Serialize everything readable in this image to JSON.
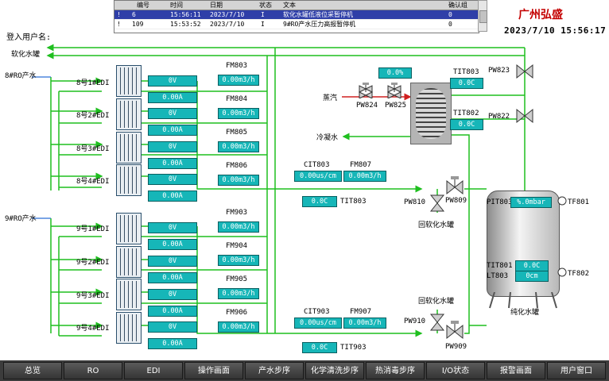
{
  "alarm_table": {
    "headers": [
      "编号",
      "时间",
      "日期",
      "状态",
      "文本",
      "确认组"
    ],
    "rows": [
      {
        "flag": "!",
        "id": "6",
        "time": "15:56:11",
        "date": "2023/7/10",
        "state": "I",
        "text": "软化水罐低液位采暂停机",
        "group": "0"
      },
      {
        "flag": "!",
        "id": "109",
        "time": "15:53:52",
        "date": "2023/7/10",
        "state": "I",
        "text": "9#RO产水压力高报暂停机",
        "group": "0"
      }
    ]
  },
  "header": {
    "company": "广州弘盛",
    "datetime": "2023/7/10  15:56:17",
    "login_label": "登入用户名:"
  },
  "lines": {
    "soft_water": "软化水罐",
    "ro8": "8#RO产水",
    "ro9": "9#RO产水",
    "steam": "蒸汽",
    "condensate": "冷凝水"
  },
  "edi_units": [
    {
      "name": "8号1#EDI",
      "v": "0V",
      "a": "0.00A"
    },
    {
      "name": "8号2#EDI",
      "v": "0V",
      "a": "0.00A"
    },
    {
      "name": "8号3#EDI",
      "v": "0V",
      "a": "0.00A"
    },
    {
      "name": "8号4#EDI",
      "v": "0V",
      "a": "0.00A"
    },
    {
      "name": "9号1#EDI",
      "v": "0V",
      "a": "0.00A"
    },
    {
      "name": "9号2#EDI",
      "v": "0V",
      "a": "0.00A"
    },
    {
      "name": "9号3#EDI",
      "v": "0V",
      "a": "0.00A"
    },
    {
      "name": "9号4#EDI",
      "v": "0V",
      "a": "0.00A"
    }
  ],
  "flowmeters": [
    {
      "tag": "FM803",
      "value": "0.00m3/h"
    },
    {
      "tag": "FM804",
      "value": "0.00m3/h"
    },
    {
      "tag": "FM805",
      "value": "0.00m3/h"
    },
    {
      "tag": "FM806",
      "value": "0.00m3/h"
    },
    {
      "tag": "FM903",
      "value": "0.00m3/h"
    },
    {
      "tag": "FM904",
      "value": "0.00m3/h"
    },
    {
      "tag": "FM905",
      "value": "0.00m3/h"
    },
    {
      "tag": "FM906",
      "value": "0.00m3/h"
    }
  ],
  "instruments": {
    "cit803": {
      "tag": "CIT803",
      "value": "0.00us/cm"
    },
    "fm807": {
      "tag": "FM807",
      "value": "0.00m3/h"
    },
    "tit803": {
      "tag": "TIT803",
      "value": "0.0C"
    },
    "cit903": {
      "tag": "CIT903",
      "value": "0.00us/cm"
    },
    "fm907": {
      "tag": "FM907",
      "value": "0.00m3/h"
    },
    "tit903": {
      "tag": "TIT903",
      "value": "0.0C"
    },
    "steam_pct": "0.0%",
    "tit803b": {
      "tag": "TIT803",
      "value": "0.0C"
    },
    "tit802": {
      "tag": "TIT802",
      "value": "0.0C"
    },
    "pit803": {
      "tag": "PIT803",
      "value": "%.0mbar"
    },
    "tit801": {
      "tag": "TIT801",
      "value": "0.0C"
    },
    "lt803": {
      "tag": "LT803",
      "value": "0cm"
    }
  },
  "valves": {
    "pw824": "PW824",
    "pw825": "PW825",
    "pw823": "PW823",
    "pw822": "PW822",
    "pw810": "PW810",
    "pw809": "PW809",
    "pw910": "PW910",
    "pw909": "PW909"
  },
  "labels": {
    "return_soft_a": "回软化水罐",
    "return_soft_b": "回软化水罐",
    "tank": "纯化水罐",
    "tf801": "TF801",
    "tf802": "TF802"
  },
  "nav": [
    "总览",
    "RO",
    "EDI",
    "操作画面",
    "产水步序",
    "化学清洗步序",
    "热消毒步序",
    "I/O状态",
    "报警画面",
    "用户窗口"
  ],
  "colors": {
    "pipe": "#1fbf1f",
    "water": "#2b6fd6",
    "panel": "#16b6b8",
    "alarm_sel": "#2f3fa8",
    "steam": "#d02020"
  }
}
